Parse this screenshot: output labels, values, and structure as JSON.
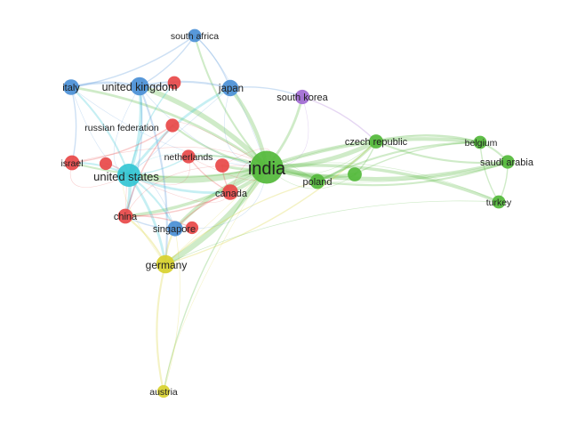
{
  "colors": {
    "cluster_red": "#e84848",
    "cluster_green": "#52b83a",
    "cluster_blue": "#4a8fd6",
    "cluster_yellow": "#d8d12c",
    "cluster_purple": "#a16ad2",
    "cluster_cyan": "#33c5d4",
    "background": "#ffffff"
  },
  "nodes": [
    {
      "id": "india",
      "label": "india",
      "cluster": "green",
      "weight": 100
    },
    {
      "id": "united_states",
      "label": "united states",
      "cluster": "cyan",
      "weight": 42
    },
    {
      "id": "united_kingdom",
      "label": "united kingdom",
      "cluster": "blue",
      "weight": 22
    },
    {
      "id": "germany",
      "label": "germany",
      "cluster": "yellow",
      "weight": 22
    },
    {
      "id": "japan",
      "label": "japan",
      "cluster": "blue",
      "weight": 16
    },
    {
      "id": "italy",
      "label": "italy",
      "cluster": "blue",
      "weight": 14
    },
    {
      "id": "canada",
      "label": "canada",
      "cluster": "red",
      "weight": 14
    },
    {
      "id": "singapore",
      "label": "singapore",
      "cluster": "blue",
      "weight": 13
    },
    {
      "id": "poland",
      "label": "poland",
      "cluster": "green",
      "weight": 12
    },
    {
      "id": "china",
      "label": "china",
      "cluster": "red",
      "weight": 12
    },
    {
      "id": "south_korea",
      "label": "south korea",
      "cluster": "purple",
      "weight": 11
    },
    {
      "id": "czech_republic",
      "label": "czech republic",
      "cluster": "green",
      "weight": 10
    },
    {
      "id": "israel",
      "label": "israel",
      "cluster": "red",
      "weight": 12
    },
    {
      "id": "russian_federation",
      "label": "russian federation",
      "cluster": "red",
      "weight": 9
    },
    {
      "id": "netherlands",
      "label": "netherlands",
      "cluster": "red",
      "weight": 9
    },
    {
      "id": "saudi_arabia",
      "label": "saudi arabia",
      "cluster": "green",
      "weight": 9
    },
    {
      "id": "belgium",
      "label": "belgium",
      "cluster": "green",
      "weight": 8
    },
    {
      "id": "turkey",
      "label": "turkey",
      "cluster": "green",
      "weight": 8
    },
    {
      "id": "south_africa",
      "label": "south africa",
      "cluster": "blue",
      "weight": 8
    },
    {
      "id": "austria",
      "label": "austria",
      "cluster": "yellow",
      "weight": 7
    },
    {
      "id": "unlabeled_red_1",
      "label": "",
      "cluster": "red",
      "weight": 10
    },
    {
      "id": "unlabeled_red_2",
      "label": "",
      "cluster": "red",
      "weight": 8
    },
    {
      "id": "unlabeled_red_3",
      "label": "",
      "cluster": "red",
      "weight": 7
    },
    {
      "id": "unlabeled_red_4",
      "label": "",
      "cluster": "red",
      "weight": 7
    },
    {
      "id": "unlabeled_green_1",
      "label": "",
      "cluster": "green",
      "weight": 10
    }
  ],
  "links": [
    [
      "india",
      "united_states",
      10
    ],
    [
      "india",
      "united_kingdom",
      8
    ],
    [
      "india",
      "germany",
      9
    ],
    [
      "india",
      "japan",
      6
    ],
    [
      "india",
      "canada",
      6
    ],
    [
      "india",
      "singapore",
      6
    ],
    [
      "india",
      "poland",
      7
    ],
    [
      "india",
      "czech_republic",
      7
    ],
    [
      "india",
      "belgium",
      6
    ],
    [
      "india",
      "saudi_arabia",
      7
    ],
    [
      "india",
      "turkey",
      5
    ],
    [
      "india",
      "south_korea",
      4
    ],
    [
      "india",
      "china",
      5
    ],
    [
      "india",
      "italy",
      4
    ],
    [
      "india",
      "israel",
      3
    ],
    [
      "india",
      "austria",
      2
    ],
    [
      "india",
      "south_africa",
      3
    ],
    [
      "india",
      "netherlands",
      3
    ],
    [
      "india",
      "russian_federation",
      3
    ],
    [
      "india",
      "unlabeled_green_1",
      6
    ],
    [
      "india",
      "unlabeled_red_1",
      4
    ],
    [
      "united_states",
      "united_kingdom",
      5
    ],
    [
      "united_states",
      "china",
      5
    ],
    [
      "united_states",
      "canada",
      4
    ],
    [
      "united_states",
      "germany",
      4
    ],
    [
      "united_states",
      "italy",
      3
    ],
    [
      "united_states",
      "japan",
      4
    ],
    [
      "united_states",
      "israel",
      3
    ],
    [
      "united_states",
      "singapore",
      3
    ],
    [
      "united_states",
      "netherlands",
      2
    ],
    [
      "united_states",
      "unlabeled_red_2",
      2
    ],
    [
      "united_kingdom",
      "italy",
      4
    ],
    [
      "united_kingdom",
      "japan",
      3
    ],
    [
      "united_kingdom",
      "south_africa",
      2
    ],
    [
      "united_kingdom",
      "germany",
      3
    ],
    [
      "united_kingdom",
      "unlabeled_red_2",
      3
    ],
    [
      "united_kingdom",
      "china",
      2
    ],
    [
      "japan",
      "south_africa",
      2
    ],
    [
      "japan",
      "south_korea",
      2
    ],
    [
      "italy",
      "south_africa",
      2
    ],
    [
      "italy",
      "israel",
      2
    ],
    [
      "germany",
      "austria",
      3
    ],
    [
      "germany",
      "singapore",
      3
    ],
    [
      "germany",
      "china",
      3
    ],
    [
      "germany",
      "poland",
      2
    ],
    [
      "germany",
      "czech_republic",
      2
    ],
    [
      "canada",
      "china",
      2
    ],
    [
      "canada",
      "singapore",
      2
    ],
    [
      "canada",
      "unlabeled_red_1",
      2
    ],
    [
      "poland",
      "czech_republic",
      4
    ],
    [
      "poland",
      "belgium",
      3
    ],
    [
      "poland",
      "saudi_arabia",
      3
    ],
    [
      "czech_republic",
      "belgium",
      3
    ],
    [
      "czech_republic",
      "saudi_arabia",
      3
    ],
    [
      "belgium",
      "saudi_arabia",
      3
    ],
    [
      "belgium",
      "turkey",
      2
    ],
    [
      "saudi_arabia",
      "turkey",
      2
    ],
    [
      "unlabeled_green_1",
      "czech_republic",
      2
    ],
    [
      "unlabeled_green_1",
      "belgium",
      2
    ],
    [
      "russian_federation",
      "china",
      2
    ],
    [
      "russian_federation",
      "israel",
      2
    ],
    [
      "netherlands",
      "canada",
      2
    ],
    [
      "singapore",
      "china",
      2
    ],
    [
      "austria",
      "singapore",
      1
    ],
    [
      "south_korea",
      "czech_republic",
      2
    ],
    [
      "turkey",
      "germany",
      1
    ],
    [
      "unlabeled_red_3",
      "united_states",
      2
    ],
    [
      "unlabeled_red_4",
      "china",
      2
    ]
  ]
}
